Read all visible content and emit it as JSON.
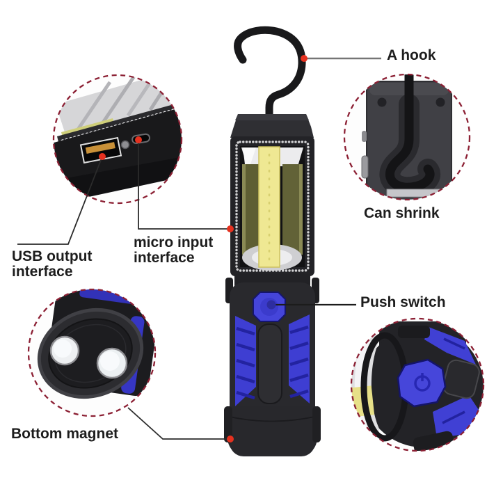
{
  "callouts": {
    "hook": {
      "label": "A hook"
    },
    "shrink": {
      "label": "Can shrink"
    },
    "micro_input": {
      "label": "micro input\ninterface"
    },
    "usb_output": {
      "label": "USB output\ninterface"
    },
    "push_switch": {
      "label": "Push switch"
    },
    "bottom_magnet": {
      "label": "Bottom magnet"
    }
  },
  "colors": {
    "background": "#ffffff",
    "label_text": "#1d1d1d",
    "dashed_circle": "#8c2034",
    "marker_red": "#e5311f",
    "marker_on_switch": "#2d2da0",
    "product_black": "#26262a",
    "product_blue": "#3e3ed2",
    "cob_yellow": "#efe893",
    "reflector_silver": "#e4e4e6"
  }
}
